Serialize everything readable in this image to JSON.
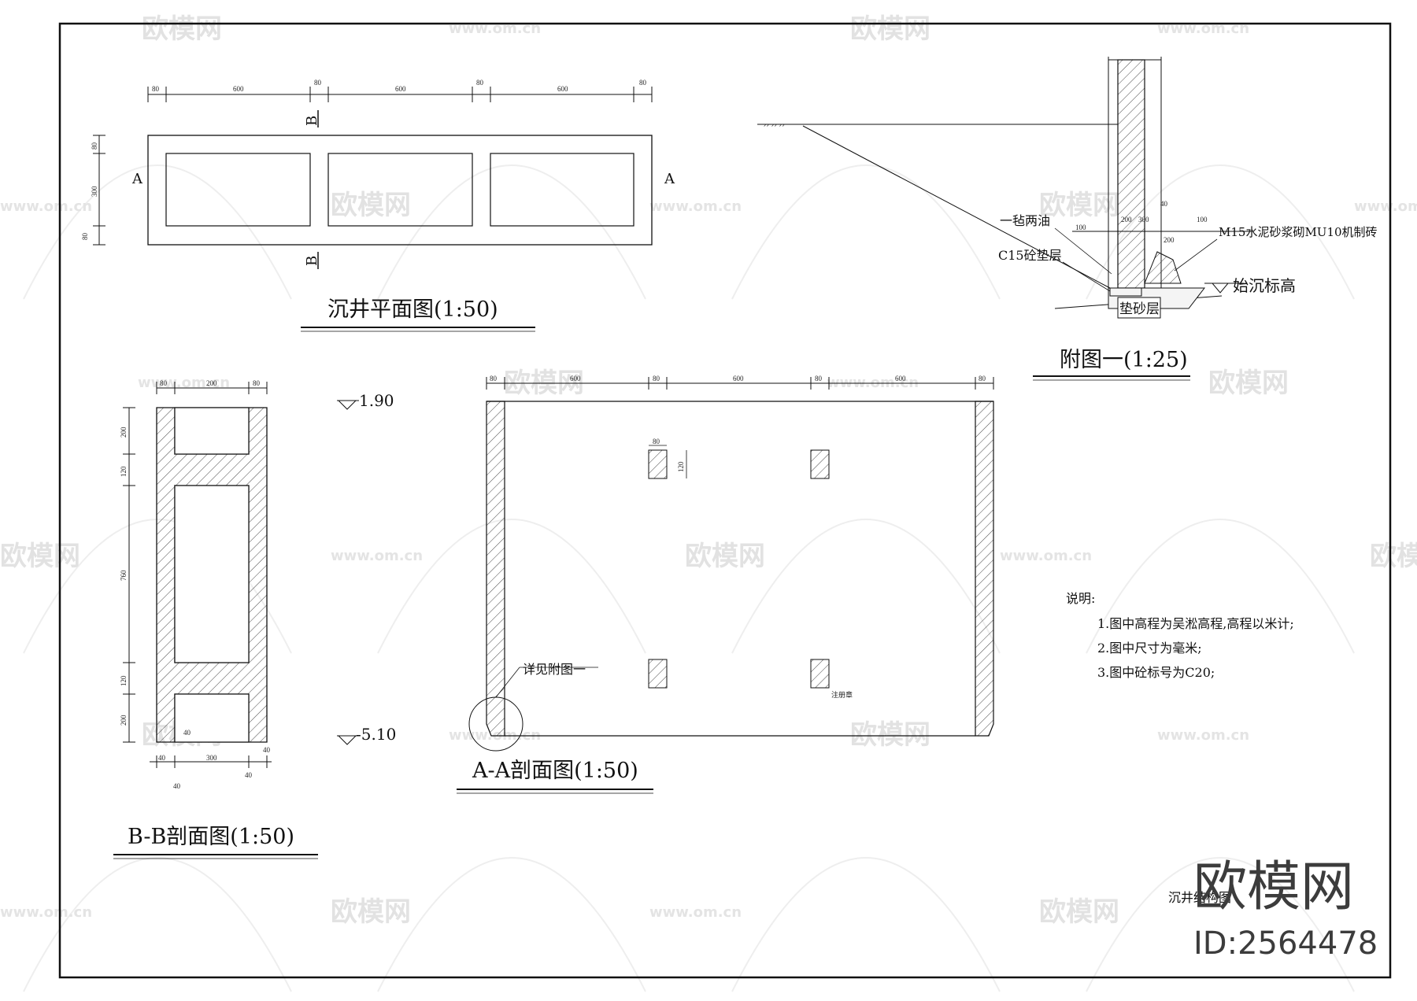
{
  "watermark": {
    "brand": "欧模网",
    "url": "www.om.cn",
    "id_text": "ID:2564478"
  },
  "plan_view": {
    "title": "沉井平面图(1:50)",
    "section_a": "A",
    "section_b": "B",
    "dims_top": [
      "80",
      "600",
      "80",
      "600",
      "80",
      "600",
      "80"
    ],
    "dims_left": [
      "80",
      "300",
      "80"
    ]
  },
  "detail_one": {
    "title": "附图一(1:25)",
    "label_felt": "一毡两油",
    "label_cushion": "C15砼垫层",
    "label_brick": "M15水泥砂浆砌MU10机制砖",
    "label_elev": "始沉标高",
    "label_sand": "垫砂层",
    "dims": [
      "40",
      "100",
      "200",
      "300",
      "200",
      "100"
    ]
  },
  "bb_section": {
    "title": "B-B剖面图(1:50)",
    "dims_top": [
      "80",
      "200",
      "80"
    ],
    "dims_left": [
      "200",
      "120",
      "760",
      "120",
      "200"
    ],
    "dims_bottom": [
      "40",
      "300",
      "40"
    ],
    "dims_extra": [
      "40",
      "40",
      "40"
    ]
  },
  "elevations": {
    "top": "1.90",
    "bottom": "-5.10"
  },
  "aa_section": {
    "title": "A-A剖面图(1:50)",
    "dims_top": [
      "80",
      "600",
      "80",
      "600",
      "80",
      "600",
      "80"
    ],
    "hole_dims": [
      "80",
      "120"
    ],
    "callout": "详见附图一",
    "small_label": "注册章"
  },
  "notes": {
    "heading": "说明:",
    "items": [
      "1.图中高程为吴淞高程,高程以米计;",
      "2.图中尺寸为毫米;",
      "3.图中砼标号为C20;"
    ]
  },
  "title_block": {
    "drawing_name": "沉井结构图"
  }
}
